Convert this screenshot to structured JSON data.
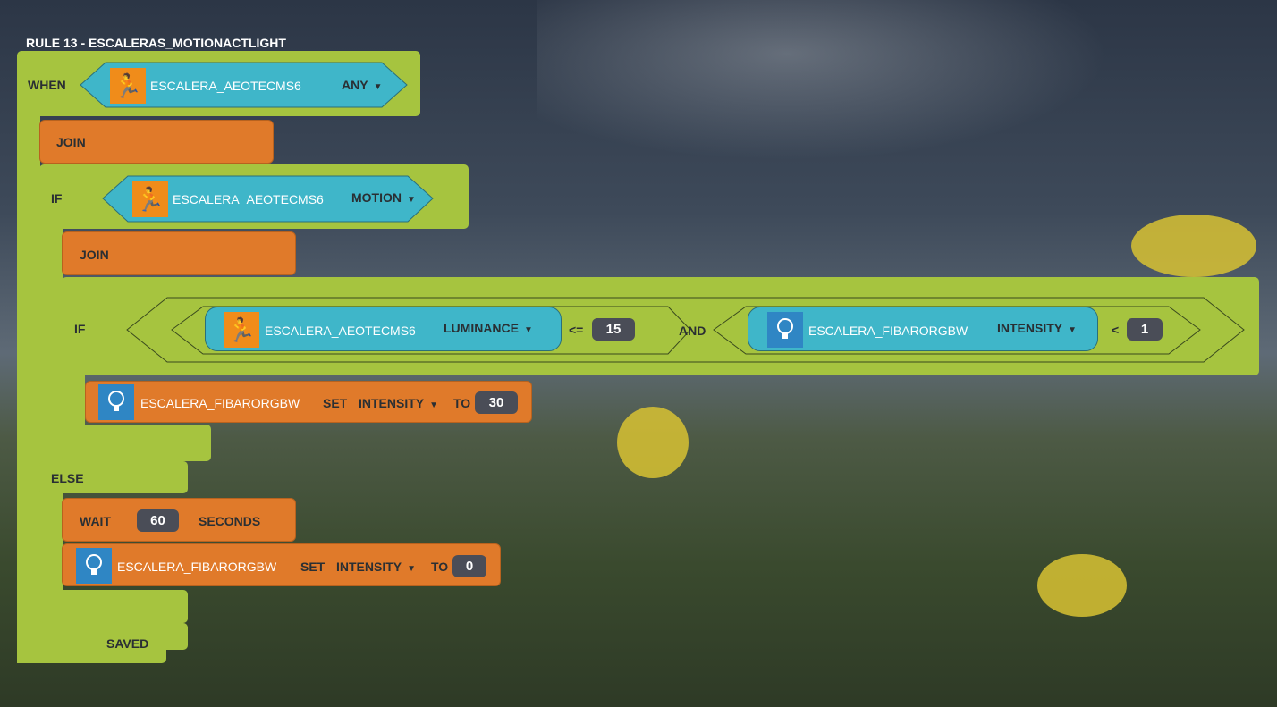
{
  "title": "RULE 13 - ESCALERAS_MOTIONACTLIGHT",
  "when": {
    "label": "WHEN",
    "device": "ESCALERA_AEOTECMS6",
    "event": "ANY"
  },
  "join1": "JOIN",
  "if1": {
    "label": "IF",
    "device": "ESCALERA_AEOTECMS6",
    "event": "MOTION"
  },
  "join2": "JOIN",
  "if2": {
    "label": "IF",
    "cond1": {
      "device": "ESCALERA_AEOTECMS6",
      "property": "LUMINANCE",
      "op": "<=",
      "value": "15"
    },
    "and": "AND",
    "cond2": {
      "device": "ESCALERA_FIBARORGBW",
      "property": "INTENSITY",
      "op": "<",
      "value": "1"
    }
  },
  "then_action": {
    "device": "ESCALERA_FIBARORGBW",
    "set": "SET",
    "property": "INTENSITY",
    "to": "TO",
    "value": "30"
  },
  "else": "ELSE",
  "wait": {
    "label": "WAIT",
    "value": "60",
    "unit": "SECONDS"
  },
  "else_action": {
    "device": "ESCALERA_FIBARORGBW",
    "set": "SET",
    "property": "INTENSITY",
    "to": "TO",
    "value": "0"
  },
  "status": "SAVED",
  "colors": {
    "green": "#a6c43f",
    "orange": "#e07a2a",
    "cyan": "#3fb6c9",
    "number_bg": "#4a4d57"
  }
}
